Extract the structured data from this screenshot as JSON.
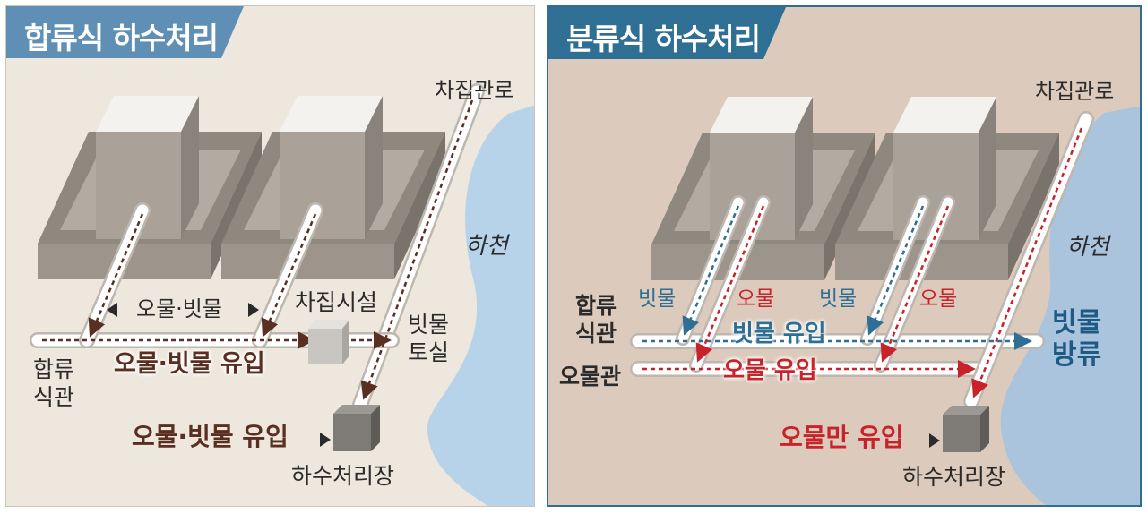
{
  "left_panel": {
    "title": "합류식 하수처리",
    "labels": {
      "collector": "차집관로",
      "river": "하천",
      "between_houses": "오물·빗물",
      "facility": "차집시설",
      "rain_overflow": "빗물\n토실",
      "pipe_inflow": "오물·빗물 유입",
      "combined_pipe": "합류\n식관",
      "plant_inflow": "오물·빗물 유입",
      "plant": "하수처리장"
    }
  },
  "right_panel": {
    "title": "분류식 하수처리",
    "labels": {
      "collector": "차집관로",
      "river": "하천",
      "rain1": "빗물",
      "sewage1": "오물",
      "rain2": "빗물",
      "sewage2": "오물",
      "combined_pipe": "합류\n식관",
      "sewage_pipe": "오물관",
      "rain_inflow": "빗물 유입",
      "sewage_inflow": "오물 유입",
      "rain_discharge": "빗물\n방류",
      "plant_inflow": "오물만 유입",
      "plant": "하수처리장"
    }
  },
  "colors": {
    "left_title_bg": "#5f8fb4",
    "right_title_bg": "#2f6f93",
    "river": "#b7d3ea",
    "sewage": "#c8232a",
    "rain": "#2f6f93",
    "mixed": "#5a2f22"
  }
}
